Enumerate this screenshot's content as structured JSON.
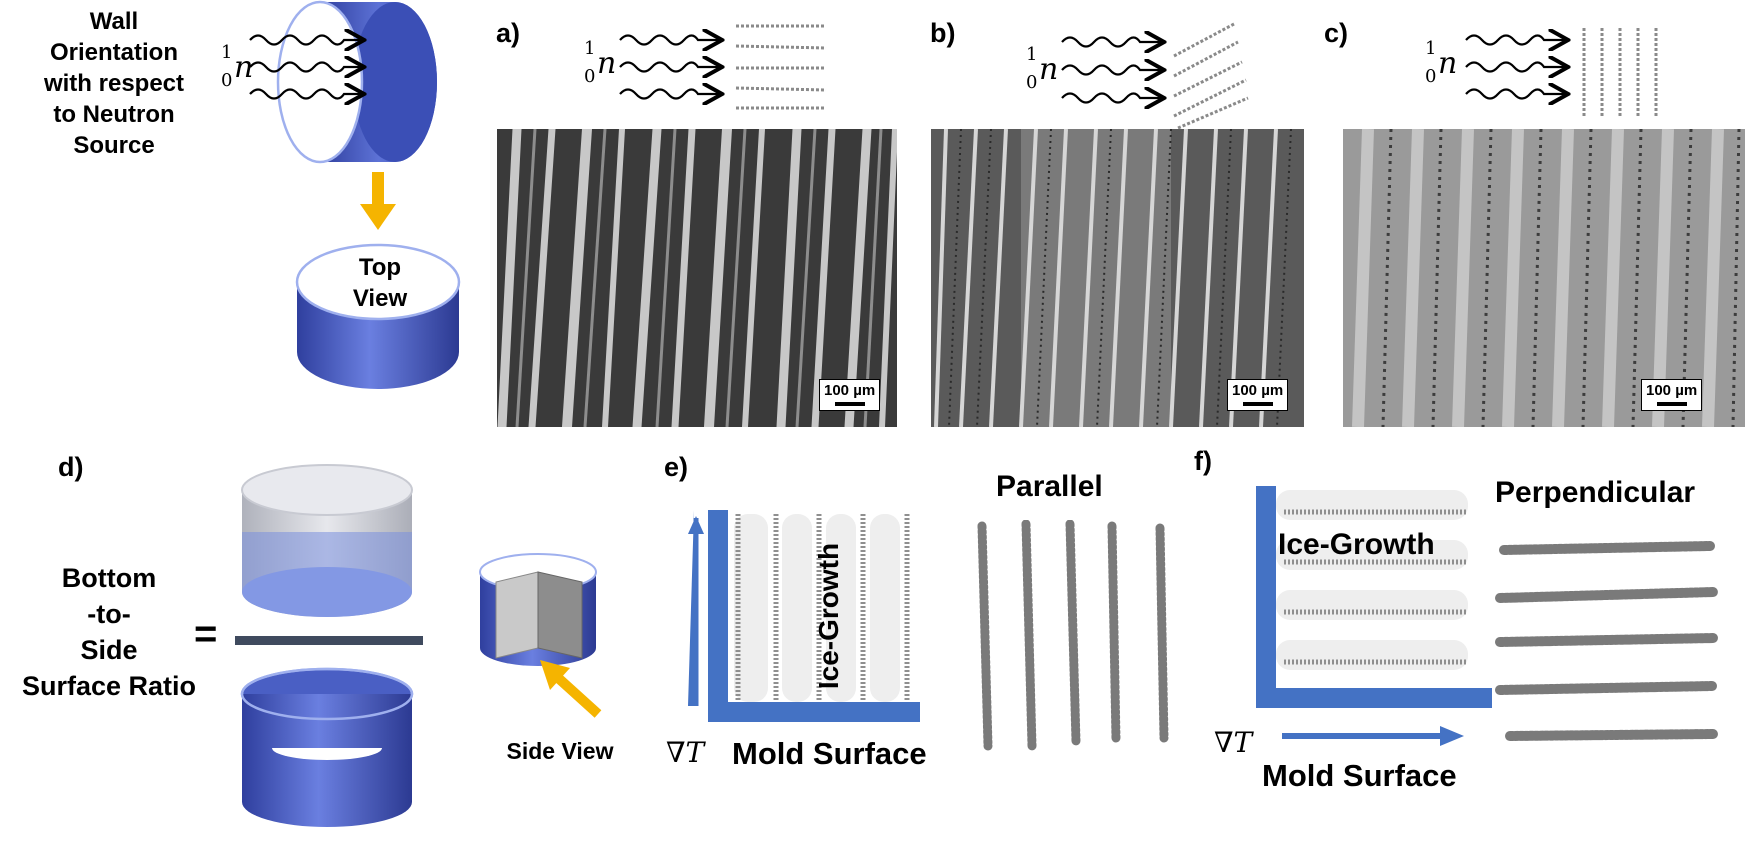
{
  "orientation_text": [
    "Wall",
    "Orientation",
    "with respect",
    "to Neutron",
    "Source"
  ],
  "neutron_symbol": {
    "superscript": "1",
    "subscript": "0",
    "letter": "n"
  },
  "top_view_text": [
    "Top",
    "View"
  ],
  "panels": [
    {
      "letter": "a)",
      "scale": "100 µm",
      "orientation": "horizontal"
    },
    {
      "letter": "b)",
      "scale": "100 µm",
      "orientation": "diagonal"
    },
    {
      "letter": "c)",
      "scale": "100 µm",
      "orientation": "vertical"
    }
  ],
  "panel_d": {
    "letter": "d)",
    "ratio_text": [
      "Bottom",
      "-to-",
      "Side",
      "Surface Ratio"
    ],
    "equals": "=",
    "side_view": "Side View"
  },
  "panel_e": {
    "letter": "e)",
    "title": "Parallel",
    "ice_growth": "Ice-Growth",
    "mold_surface": "Mold Surface",
    "gradient": "∇T"
  },
  "panel_f": {
    "letter": "f)",
    "title": "Perpendicular",
    "ice_growth": "Ice-Growth",
    "mold_surface": "Mold Surface",
    "gradient": "∇T"
  },
  "colors": {
    "cylinder_blue": "#4a5fc4",
    "light_blue": "#a9b6f0",
    "arrow_orange": "#f5b400",
    "mold_blue": "#4472c4",
    "sem_gray": "#6b6b6b"
  }
}
